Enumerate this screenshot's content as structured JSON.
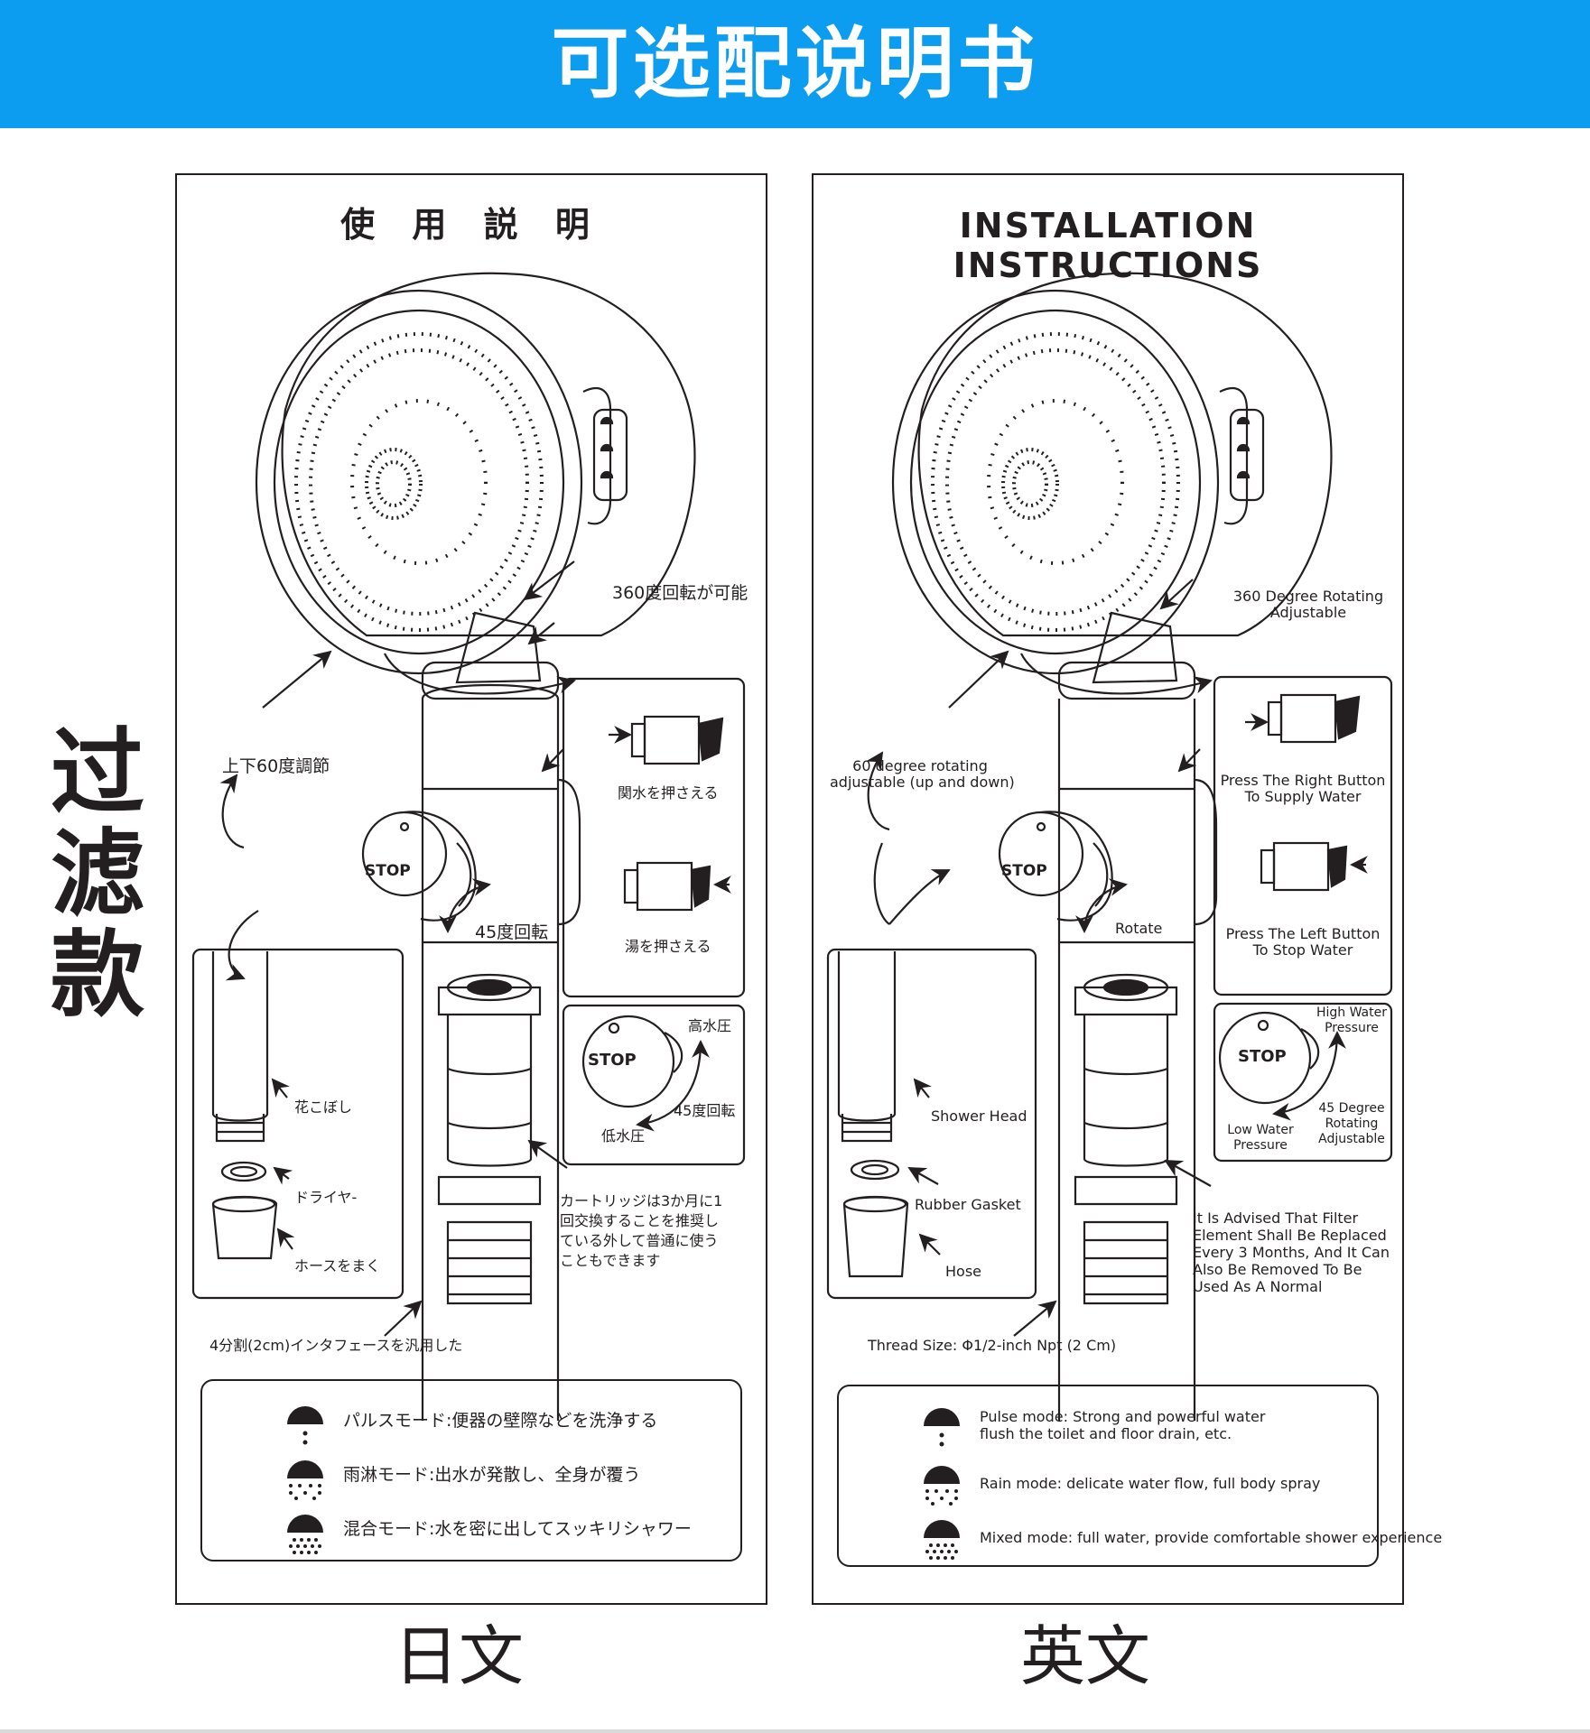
{
  "banner": {
    "title": "可选配说明书",
    "color": "#0d9df0"
  },
  "side_label": [
    "过",
    "滤",
    "款"
  ],
  "panel_jp": {
    "title": "使 用 説 明",
    "labels": {
      "rotate360": "360度回転が可能",
      "adjust60": "上下60度調節",
      "press_right": "関水を押さえる",
      "press_left": "湯を押さえる",
      "rotate45_side": "45度回転",
      "high": "高水圧",
      "rotate45": "45度回転",
      "low": "低水圧",
      "shower_head": "花こぼし",
      "gasket": "ドライヤ-",
      "hose": "ホースをまく",
      "cartridge": [
        "カートリッジは3か月に1",
        "回交換することを推奨し",
        "ている外して普通に使う",
        "こともできます"
      ],
      "thread": "4分割(2cm)インタフェースを汎用した",
      "stop": "STOP"
    },
    "modes": [
      {
        "icon": "pulse-mode-icon",
        "text": "パルスモード:便器の壁際などを洗浄する"
      },
      {
        "icon": "rain-mode-icon",
        "text": "雨淋モード:出水が発散し、全身が覆う"
      },
      {
        "icon": "mixed-mode-icon",
        "text": "混合モード:水を密に出してスッキリシャワー"
      }
    ]
  },
  "panel_en": {
    "title": "INSTALLATION INSTRUCTIONS",
    "labels": {
      "rotate360": [
        "360 Degree Rotating",
        "Adjustable"
      ],
      "adjust60": [
        "60 degree rotating",
        "adjustable (up and down)"
      ],
      "press_right": [
        "Press The Right Button",
        "To Supply Water"
      ],
      "press_left": [
        "Press The Left Button",
        "To Stop Water"
      ],
      "rotate_side": "Rotate",
      "high": [
        "High Water",
        "Pressure"
      ],
      "rotate45": [
        "45 Degree",
        "Rotating",
        "Adjustable"
      ],
      "low": [
        "Low Water",
        "Pressure"
      ],
      "shower_head": "Shower Head",
      "gasket": "Rubber Gasket",
      "hose": "Hose",
      "cartridge": [
        "It Is Advised That Filter",
        "Element Shall Be Replaced",
        "Every 3 Months, And It Can",
        "Also Be Removed To Be",
        "Used As A Normal"
      ],
      "thread": "Thread Size: Φ1/2-inch Npt (2 Cm)",
      "stop": "STOP"
    },
    "modes": [
      {
        "icon": "pulse-mode-icon",
        "text": [
          "Pulse mode: Strong and powerful water",
          "flush the toilet and floor drain, etc."
        ]
      },
      {
        "icon": "rain-mode-icon",
        "text": [
          "Rain mode: delicate water flow, full body spray"
        ]
      },
      {
        "icon": "mixed-mode-icon",
        "text": [
          "Mixed mode: full water, provide comfortable shower experience"
        ]
      }
    ]
  },
  "bottom": {
    "jp": "日文",
    "en": "英文"
  }
}
